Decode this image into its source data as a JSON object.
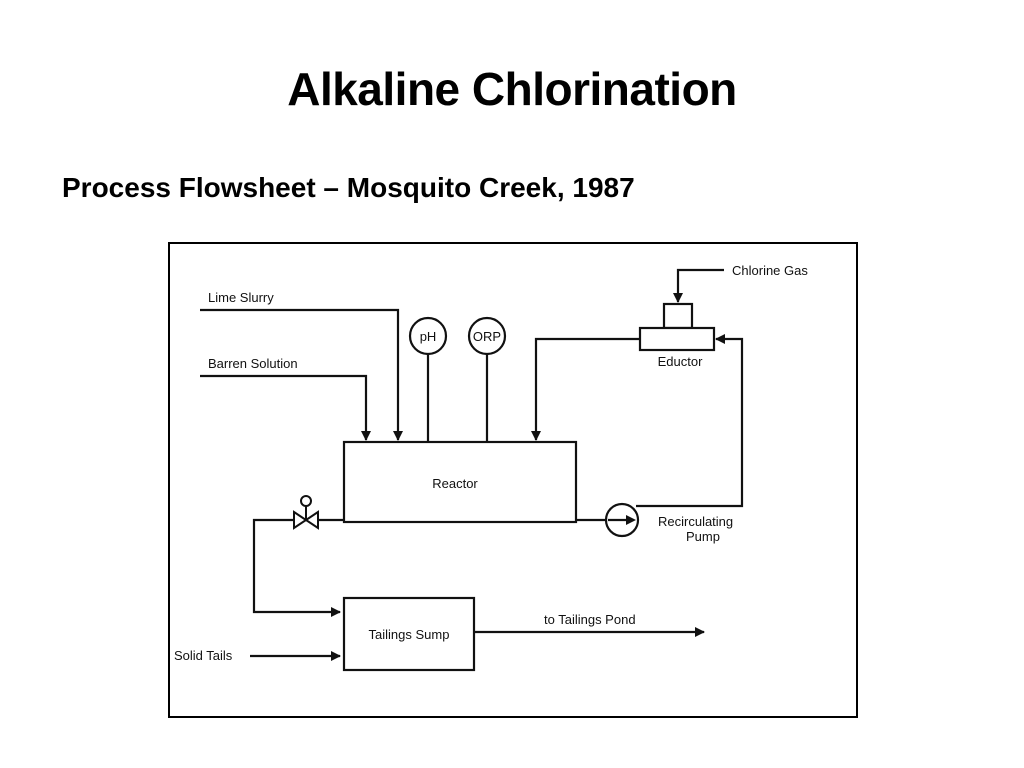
{
  "slide": {
    "title": "Alkaline Chlorination",
    "subtitle": "Process Flowsheet – Mosquito Creek, 1987"
  },
  "diagram": {
    "nodes": {
      "reactor": "Reactor",
      "eductor": "Eductor",
      "tailings_sump": "Tailings Sump",
      "ph": "pH",
      "orp": "ORP",
      "pump_line1": "Recirculating",
      "pump_line2": "Pump"
    },
    "streams": {
      "lime_slurry": "Lime Slurry",
      "barren_solution": "Barren Solution",
      "chlorine_gas": "Chlorine  Gas",
      "solid_tails": "Solid Tails",
      "to_tailings_pond": "to Tailings Pond"
    },
    "colors": {
      "line": "#111111",
      "frame": "#000000",
      "background": "#ffffff"
    }
  }
}
